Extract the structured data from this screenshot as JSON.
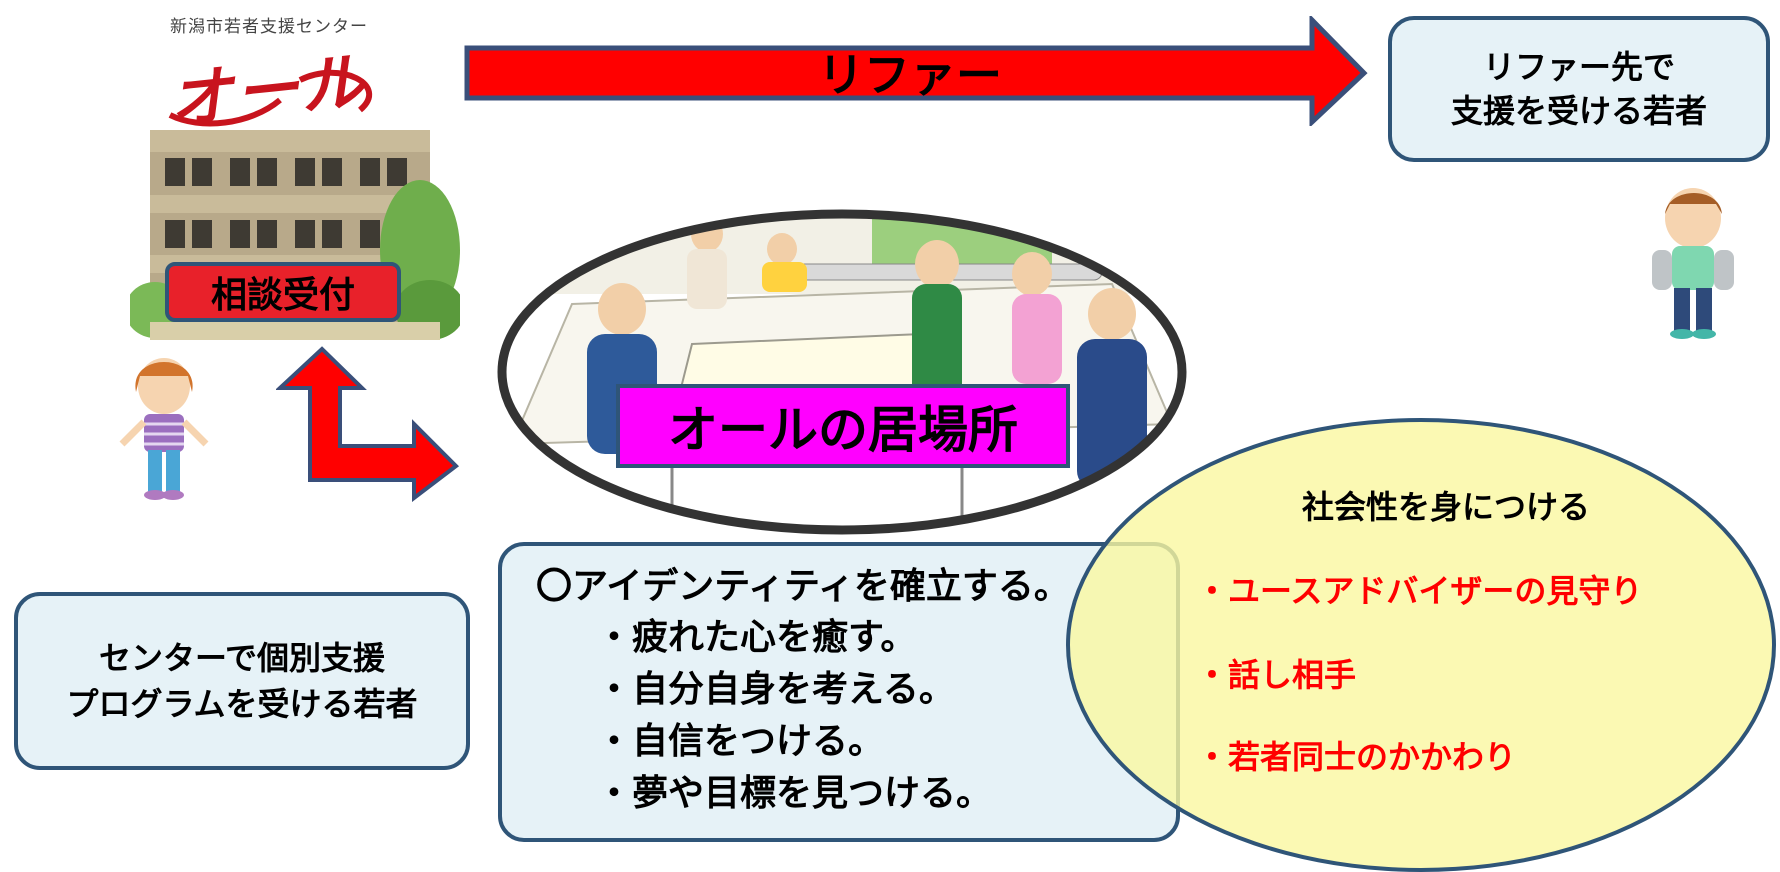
{
  "center_name": "新潟市若者支援センター",
  "logo_text": "オール",
  "reception_label": "相談受付",
  "refer_label": "リファー",
  "refer_box": {
    "line1": "リファー先で",
    "line2": "支援を受ける若者"
  },
  "ibasho_label": "オールの居場所",
  "center_support_box": {
    "line1": "センターで個別支援",
    "line2": "プログラムを受ける若者"
  },
  "identity_box": {
    "heading": "〇アイデンティティを確立する。",
    "items": [
      "・疲れた心を癒す。",
      "・自分自身を考える。",
      "・自信をつける。",
      "・夢や目標を見つける。"
    ]
  },
  "social_ellipse": {
    "title": "社会性を身につける",
    "items": [
      "・ユースアドバイザーの見守り",
      "・話し相手",
      "・若者同士のかかわり"
    ]
  },
  "colors": {
    "arrow_red": "#ff0000",
    "arrow_border": "#3a4f7a",
    "box_fill": "#e6f2f7",
    "box_border": "#2f5578",
    "ellipse_fill": "#fbfab0",
    "label_magenta": "#ff00ff",
    "item_red": "#ff0000"
  }
}
